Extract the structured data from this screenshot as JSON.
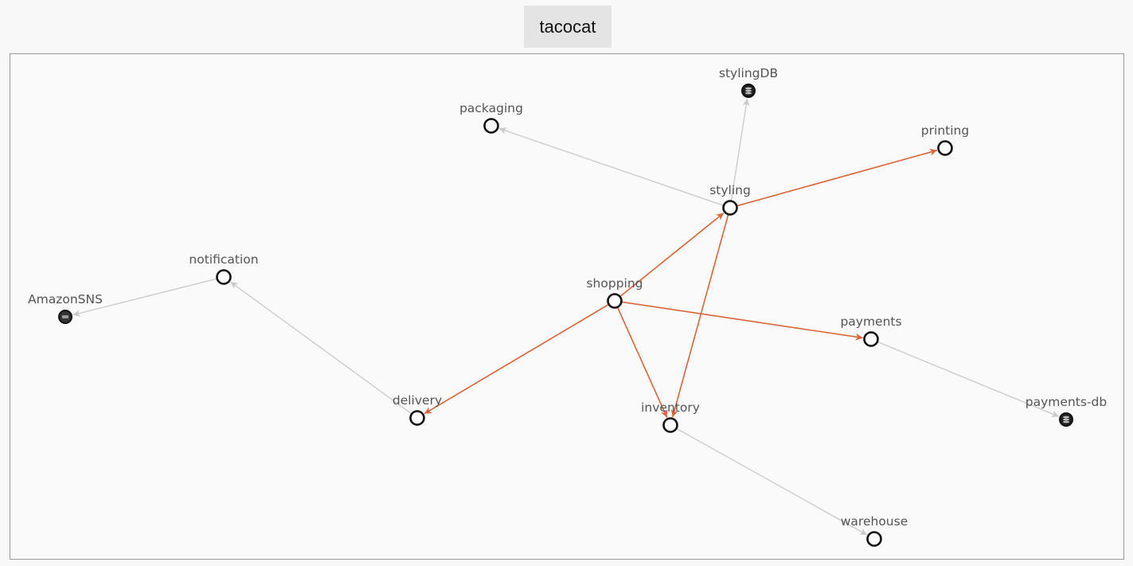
{
  "app": {
    "title": "tacocat"
  },
  "colors": {
    "active_edge": "#d9643a",
    "idle_edge": "#cccccc",
    "node_stroke": "#111111",
    "node_fill": "#ffffff",
    "label": "#555555"
  },
  "graph": {
    "nodes": [
      {
        "id": "stylingDB",
        "label": "stylingDB",
        "kind": "database"
      },
      {
        "id": "packaging",
        "label": "packaging",
        "kind": "service"
      },
      {
        "id": "printing",
        "label": "printing",
        "kind": "service"
      },
      {
        "id": "styling",
        "label": "styling",
        "kind": "service"
      },
      {
        "id": "notification",
        "label": "notification",
        "kind": "service"
      },
      {
        "id": "AmazonSNS",
        "label": "AmazonSNS",
        "kind": "aws"
      },
      {
        "id": "shopping",
        "label": "shopping",
        "kind": "service"
      },
      {
        "id": "payments",
        "label": "payments",
        "kind": "service"
      },
      {
        "id": "delivery",
        "label": "delivery",
        "kind": "service"
      },
      {
        "id": "inventory",
        "label": "inventory",
        "kind": "service"
      },
      {
        "id": "payments-db",
        "label": "payments-db",
        "kind": "database"
      },
      {
        "id": "warehouse",
        "label": "warehouse",
        "kind": "service"
      }
    ],
    "edges": [
      {
        "from": "styling",
        "to": "stylingDB",
        "state": "idle"
      },
      {
        "from": "styling",
        "to": "packaging",
        "state": "idle"
      },
      {
        "from": "styling",
        "to": "printing",
        "state": "active"
      },
      {
        "from": "styling",
        "to": "inventory",
        "state": "active"
      },
      {
        "from": "shopping",
        "to": "styling",
        "state": "active"
      },
      {
        "from": "shopping",
        "to": "payments",
        "state": "active"
      },
      {
        "from": "shopping",
        "to": "inventory",
        "state": "active"
      },
      {
        "from": "shopping",
        "to": "delivery",
        "state": "active"
      },
      {
        "from": "notification",
        "to": "AmazonSNS",
        "state": "idle"
      },
      {
        "from": "delivery",
        "to": "notification",
        "state": "idle"
      },
      {
        "from": "payments",
        "to": "payments-db",
        "state": "idle"
      },
      {
        "from": "inventory",
        "to": "warehouse",
        "state": "idle"
      }
    ]
  }
}
